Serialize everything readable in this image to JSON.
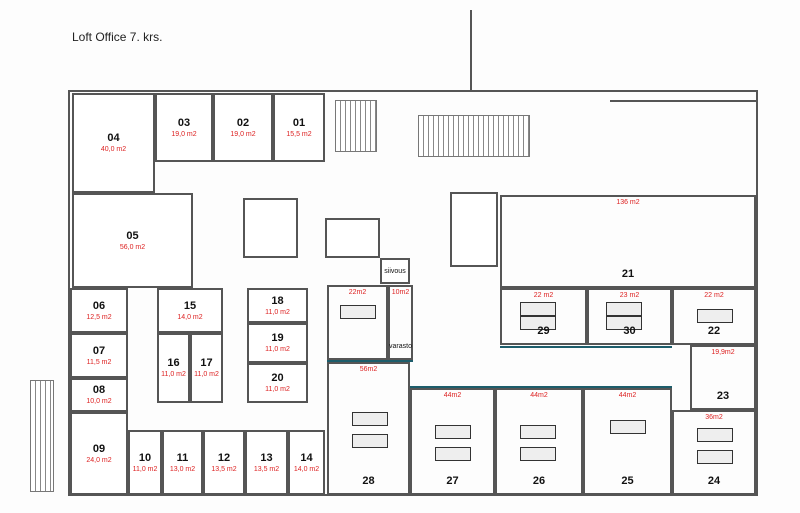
{
  "title": "Loft Office 7. krs.",
  "rooms": [
    {
      "id": "04",
      "num": "04",
      "area": "40,0 m2"
    },
    {
      "id": "03",
      "num": "03",
      "area": "19,0 m2"
    },
    {
      "id": "02",
      "num": "02",
      "area": "19,0 m2"
    },
    {
      "id": "01",
      "num": "01",
      "area": "15,5 m2"
    },
    {
      "id": "05",
      "num": "05",
      "area": "56,0 m2"
    },
    {
      "id": "06",
      "num": "06",
      "area": "12,5 m2"
    },
    {
      "id": "07",
      "num": "07",
      "area": "11,5 m2"
    },
    {
      "id": "08",
      "num": "08",
      "area": "10,0 m2"
    },
    {
      "id": "09",
      "num": "09",
      "area": "24,0 m2"
    },
    {
      "id": "10",
      "num": "10",
      "area": "11,0 m2"
    },
    {
      "id": "11",
      "num": "11",
      "area": "13,0 m2"
    },
    {
      "id": "12",
      "num": "12",
      "area": "13,5 m2"
    },
    {
      "id": "13",
      "num": "13",
      "area": "13,5 m2"
    },
    {
      "id": "14",
      "num": "14",
      "area": "14,0 m2"
    },
    {
      "id": "15",
      "num": "15",
      "area": "14,0 m2"
    },
    {
      "id": "16",
      "num": "16",
      "area": "11,0 m2"
    },
    {
      "id": "17",
      "num": "17",
      "area": "11,0 m2"
    },
    {
      "id": "18",
      "num": "18",
      "area": "11,0 m2"
    },
    {
      "id": "19",
      "num": "19",
      "area": "11,0 m2"
    },
    {
      "id": "20",
      "num": "20",
      "area": "11,0 m2"
    },
    {
      "id": "meet",
      "num": "",
      "area": "22m2"
    },
    {
      "id": "varasto",
      "num": "varasto",
      "area": "10m2"
    },
    {
      "id": "siivous",
      "num": "siivous",
      "area": ""
    },
    {
      "id": "21",
      "num": "21",
      "area": "136 m2"
    },
    {
      "id": "29",
      "num": "29",
      "area": "22 m2"
    },
    {
      "id": "30",
      "num": "30",
      "area": "23 m2"
    },
    {
      "id": "22",
      "num": "22",
      "area": "22 m2"
    },
    {
      "id": "23",
      "num": "23",
      "area": "19,9m2"
    },
    {
      "id": "28",
      "num": "28",
      "area": "56m2"
    },
    {
      "id": "27",
      "num": "27",
      "area": "44m2"
    },
    {
      "id": "26",
      "num": "26",
      "area": "44m2"
    },
    {
      "id": "25",
      "num": "25",
      "area": "44m2"
    },
    {
      "id": "24",
      "num": "24",
      "area": "36m2"
    }
  ]
}
